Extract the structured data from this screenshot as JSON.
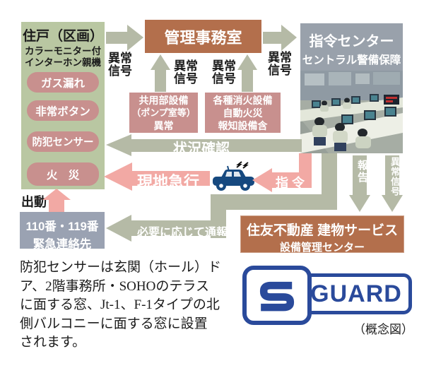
{
  "colors": {
    "green": "#b9c7a2",
    "rose": "#c8908e",
    "brown": "#b36f4c",
    "grayblue": "#99a1ab",
    "slate": "#9aa2b2",
    "sage": "#b5baa6",
    "salmon": "#f2a9a4",
    "blue": "#2a4a9b",
    "navy": "#16497f"
  },
  "dwelling": {
    "title": "住戸（区画）",
    "subtitle_line1": "カラーモニター付",
    "subtitle_line2": "インターホン親機",
    "sensors": [
      "ガス漏れ",
      "非常ボタン",
      "防犯センサー",
      "火　災"
    ]
  },
  "management_office": {
    "label": "管理事務室"
  },
  "command_center": {
    "line1": "指令センター",
    "line2": "セントラル警備保障"
  },
  "equipment": {
    "common": {
      "line1": "共用部設備",
      "line2": "（ポンプ室等）",
      "line3": "異常"
    },
    "fire": {
      "line1": "各種消火設備",
      "line2": "自動火災",
      "line3": "報知設備含"
    }
  },
  "signals": {
    "abnormal_line1": "異常",
    "abnormal_line2": "信号",
    "abnormal": "異常信号",
    "status_check": "状況確認",
    "rush": "現地急行",
    "command": "指 令",
    "dispatch": "出動",
    "report": "報告",
    "notify": "必要に応じて通報"
  },
  "emergency_contact": {
    "line1": "110番・119番",
    "line2": "緊急連絡先"
  },
  "building_service": {
    "line1": "住友不動産 建物サービス",
    "line2": "設備管理センター"
  },
  "note": {
    "line1": "防犯センサーは玄関（ホール）ド",
    "line2": "ア、2階事務所・SOHOのテラス",
    "line3": "に面する窓、Jt-1、F-1タイプの北",
    "line4": "側バルコニーに面する窓に設置",
    "line5": "されます。"
  },
  "logo": {
    "s": "S",
    "guard": "GUARD"
  },
  "caption": "（概念図）"
}
